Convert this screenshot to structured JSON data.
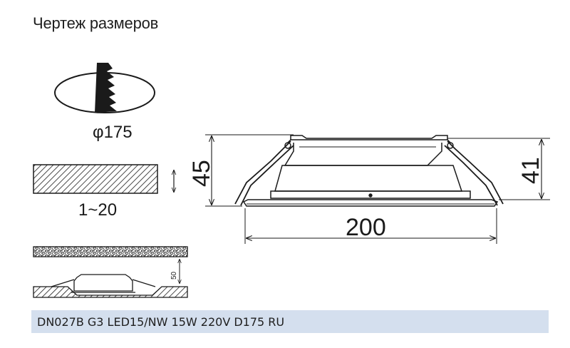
{
  "title": "Чертеж размеров",
  "cutout": {
    "diameter_label": "φ175"
  },
  "ceiling": {
    "thickness_label": "1~20"
  },
  "install": {
    "clearance_label": "50"
  },
  "fixture": {
    "height_outer_label": "45",
    "height_inner_label": "41",
    "width_label": "200"
  },
  "product": {
    "code": "DN027B G3 LED15/NW 15W 220V D175 RU"
  },
  "colors": {
    "line": "#1a1a1a",
    "bar": "#d4dfee"
  }
}
